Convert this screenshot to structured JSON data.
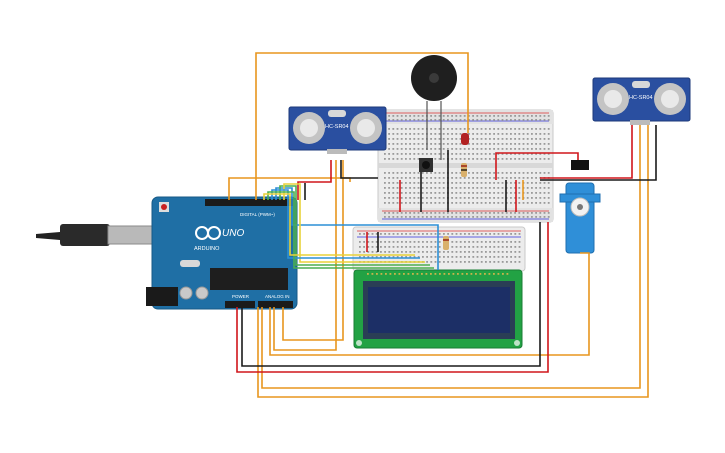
{
  "arduino": {
    "brand": "ARDUINO",
    "model": "UNO",
    "digital_label": "DIGITAL (PWM~)",
    "analog_label": "ANALOG IN",
    "power_label": "POWER"
  },
  "sensor_left": {
    "label": "HC-SR04"
  },
  "sensor_right": {
    "label": "HC-SR04"
  },
  "colors": {
    "wire_orange": "#e8961e",
    "wire_red": "#d0161b",
    "wire_black": "#1a1a1a",
    "wire_blue": "#2b8fd6",
    "wire_green": "#4caf50",
    "wire_yellow": "#e8d23a",
    "arduino": "#1f6fa5",
    "lcd": "#22a244",
    "lcd_screen": "#1c2f66",
    "servo": "#2f8fd8"
  }
}
